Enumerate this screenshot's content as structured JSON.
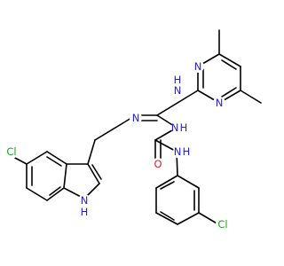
{
  "colors": {
    "bond": "#000000",
    "nitrogen": "#1f1fe0",
    "oxygen": "#e01f1f",
    "chlorine": "#1f9f1f"
  },
  "atoms": {
    "n_amine": "N",
    "h_amine": "H",
    "n_pyr_top": "N",
    "n_pyr_bottom": "N",
    "n_imine": "N",
    "n_guanidine": "N",
    "h_guanidine": "H",
    "o_carbonyl": "O",
    "n_urea": "N",
    "h_urea": "H",
    "cl_indole": "Cl",
    "n_indole": "N",
    "h_indole": "H",
    "cl_phenyl": "Cl"
  }
}
